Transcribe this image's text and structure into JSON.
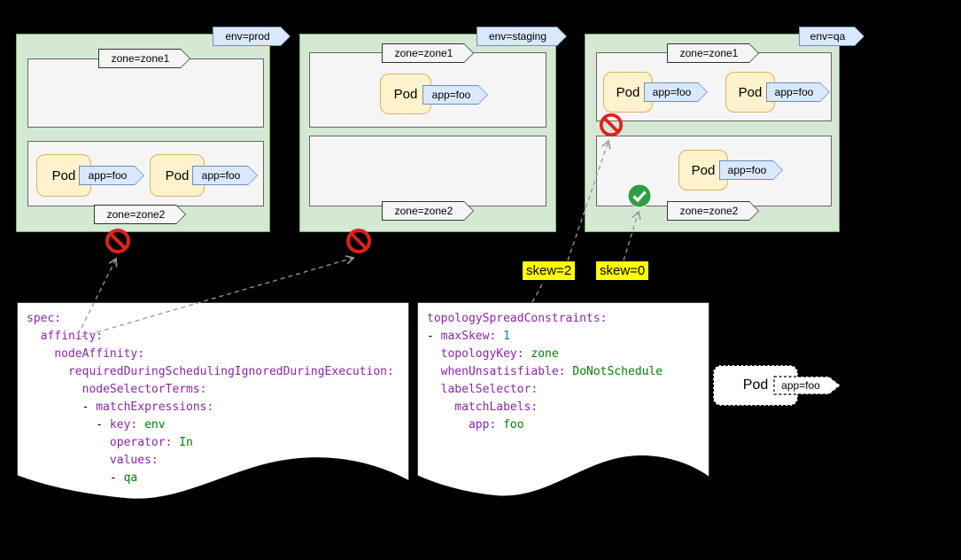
{
  "colors": {
    "background": "#000000",
    "cluster_fill": "#d5e8d4",
    "cluster_stroke": "#82b366",
    "zone_fill": "#f5f5f5",
    "pod_fill": "#fff2cc",
    "pod_stroke": "#d6b656",
    "tag_blue_fill": "#dae8fc",
    "tag_blue_stroke": "#6c8ebf",
    "skew_highlight": "#ffff00",
    "no_entry_red": "#e02020",
    "check_green": "#2e9e44"
  },
  "clusters": [
    {
      "env_label": "env=prod",
      "status_icon": "no-entry-icon",
      "zones": [
        {
          "label": "zone=zone1",
          "pods": []
        },
        {
          "label": "zone=zone2",
          "pods": [
            {
              "name": "Pod",
              "tag": "app=foo"
            },
            {
              "name": "Pod",
              "tag": "app=foo"
            }
          ]
        }
      ]
    },
    {
      "env_label": "env=staging",
      "status_icon": "no-entry-icon",
      "zones": [
        {
          "label": "zone=zone1",
          "pods": [
            {
              "name": "Pod",
              "tag": "app=foo"
            }
          ]
        },
        {
          "label": "zone=zone2",
          "pods": []
        }
      ]
    },
    {
      "env_label": "env=qa",
      "zone1_icon": "no-entry-icon",
      "zone2_icon": "check-icon",
      "zones": [
        {
          "label": "zone=zone1",
          "pods": [
            {
              "name": "Pod",
              "tag": "app=foo"
            },
            {
              "name": "Pod",
              "tag": "app=foo"
            }
          ]
        },
        {
          "label": "zone=zone2",
          "pods": [
            {
              "name": "Pod",
              "tag": "app=foo"
            }
          ]
        }
      ]
    }
  ],
  "skew_labels": [
    "skew=2",
    "skew=0"
  ],
  "floating_pod": {
    "name": "Pod",
    "tag": "app=foo"
  },
  "code_palette": {
    "key": "#8e24aa",
    "value": "#008000",
    "number": "#0e8088",
    "plain": "#000000"
  },
  "code_blocks": [
    {
      "name": "node-affinity-yaml",
      "lines": [
        [
          {
            "t": "spec:",
            "c": "key"
          }
        ],
        [
          {
            "t": "  "
          },
          {
            "t": "affinity:",
            "c": "key"
          }
        ],
        [
          {
            "t": "    "
          },
          {
            "t": "nodeAffinity:",
            "c": "key"
          }
        ],
        [
          {
            "t": "      "
          },
          {
            "t": "requiredDuringSchedulingIgnoredDuringExecution:",
            "c": "key"
          }
        ],
        [
          {
            "t": "        "
          },
          {
            "t": "nodeSelectorTerms:",
            "c": "key"
          }
        ],
        [
          {
            "t": "        - "
          },
          {
            "t": "matchExpressions:",
            "c": "key"
          }
        ],
        [
          {
            "t": "          - "
          },
          {
            "t": "key:",
            "c": "key"
          },
          {
            "t": " "
          },
          {
            "t": "env",
            "c": "value"
          }
        ],
        [
          {
            "t": "            "
          },
          {
            "t": "operator:",
            "c": "key"
          },
          {
            "t": " "
          },
          {
            "t": "In",
            "c": "value"
          }
        ],
        [
          {
            "t": "            "
          },
          {
            "t": "values:",
            "c": "key"
          }
        ],
        [
          {
            "t": "            - "
          },
          {
            "t": "qa",
            "c": "value"
          }
        ]
      ]
    },
    {
      "name": "topology-spread-yaml",
      "lines": [
        [
          {
            "t": "topologySpreadConstraints:",
            "c": "key"
          }
        ],
        [
          {
            "t": "- "
          },
          {
            "t": "maxSkew:",
            "c": "key"
          },
          {
            "t": " "
          },
          {
            "t": "1",
            "c": "number"
          }
        ],
        [
          {
            "t": "  "
          },
          {
            "t": "topologyKey:",
            "c": "key"
          },
          {
            "t": " "
          },
          {
            "t": "zone",
            "c": "value"
          }
        ],
        [
          {
            "t": "  "
          },
          {
            "t": "whenUnsatisfiable:",
            "c": "key"
          },
          {
            "t": " "
          },
          {
            "t": "DoNotSchedule",
            "c": "value"
          }
        ],
        [
          {
            "t": "  "
          },
          {
            "t": "labelSelector:",
            "c": "key"
          }
        ],
        [
          {
            "t": "    "
          },
          {
            "t": "matchLabels:",
            "c": "key"
          }
        ],
        [
          {
            "t": "      "
          },
          {
            "t": "app:",
            "c": "key"
          },
          {
            "t": " "
          },
          {
            "t": "foo",
            "c": "value"
          }
        ]
      ]
    }
  ]
}
